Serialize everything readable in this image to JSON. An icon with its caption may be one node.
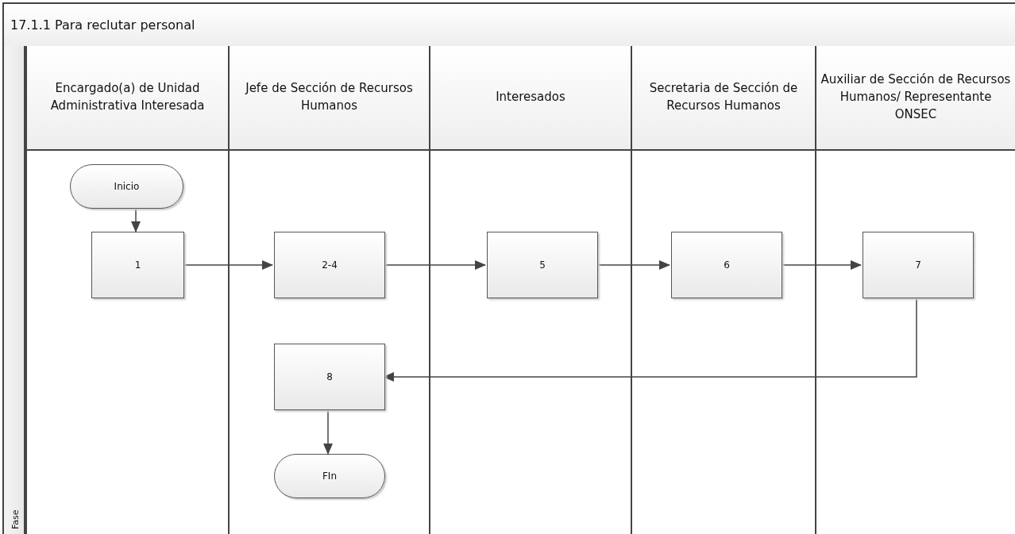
{
  "diagram": {
    "title": "17.1.1 Para reclutar personal",
    "nodes": [
      {
        "text": [
          "Encargado(a) de Unidad Administrativa Interesada"
        ]
      },
      {
        "text": [
          "Jefe de Sección de Recursos Humanos"
        ]
      },
      {
        "text": [
          "Interesados"
        ]
      },
      {
        "text": [
          "Secretaria de Sección de Recursos Humanos"
        ]
      },
      {
        "text": [
          "Auxiliar de Sección de Recursos Humanos/ Representante ONSEC"
        ]
      },
      {
        "text": [
          "Inicio"
        ],
        "in": 0
      },
      {
        "text": [
          "1"
        ],
        "in": 0
      },
      {
        "text": [
          "2-4"
        ],
        "in": 1
      },
      {
        "text": [
          "5"
        ],
        "in": 2
      },
      {
        "text": [
          "6"
        ],
        "in": 3
      },
      {
        "text": [
          "7"
        ],
        "in": 4
      },
      {
        "text": [
          "8"
        ],
        "in": 1
      },
      {
        "text": [
          "FIn"
        ],
        "in": 1
      }
    ],
    "edges": [
      {
        "from": 5,
        "to": 6,
        "arrow": "to"
      },
      {
        "from": 6,
        "to": 7,
        "arrow": "to"
      },
      {
        "from": 7,
        "to": 8,
        "arrow": "to"
      },
      {
        "from": 8,
        "to": 9,
        "arrow": "to"
      },
      {
        "from": 9,
        "to": 10,
        "arrow": "to"
      },
      {
        "from": 10,
        "to": 11,
        "arrow": "to"
      },
      {
        "from": 11,
        "to": 12,
        "arrow": "to"
      }
    ],
    "labels": [
      "Fase"
    ]
  }
}
